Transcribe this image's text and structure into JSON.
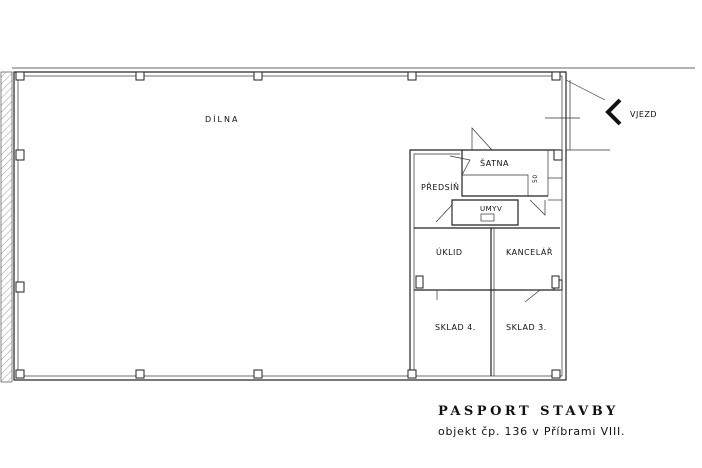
{
  "plan": {
    "rooms": {
      "dilna": "DÍLNA",
      "satna": "ŠATNA",
      "predsin": "PŘEDSÍŇ",
      "umyv": "UMYV",
      "uklid": "ÚKLID",
      "kancelar": "KANCELÁŘ",
      "sklad4": "SKLAD 4.",
      "sklad3": "SKLAD 3."
    },
    "entrance_label": "VJEZD",
    "dimension_50": "50"
  },
  "title_block": {
    "title": "PASPORT STAVBY",
    "subtitle": "objekt čp. 136 v Příbrami VIII."
  }
}
